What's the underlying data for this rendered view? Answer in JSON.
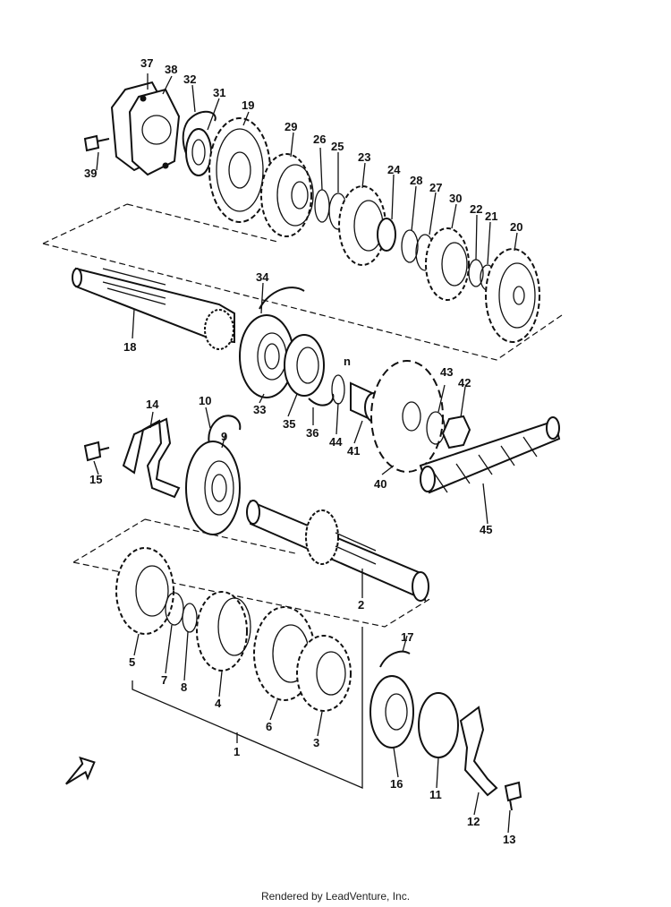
{
  "diagram": {
    "part_numbers": [
      "1",
      "2",
      "3",
      "4",
      "5",
      "6",
      "7",
      "8",
      "9",
      "10",
      "11",
      "12",
      "13",
      "14",
      "15",
      "16",
      "17",
      "18",
      "19",
      "20",
      "21",
      "22",
      "23",
      "24",
      "25",
      "26",
      "27",
      "28",
      "29",
      "30",
      "31",
      "32",
      "33",
      "34",
      "35",
      "36",
      "37",
      "38",
      "39",
      "40",
      "41",
      "42",
      "43",
      "44",
      "45",
      "n"
    ],
    "footer": "Rendered by LeadVenture, Inc."
  }
}
